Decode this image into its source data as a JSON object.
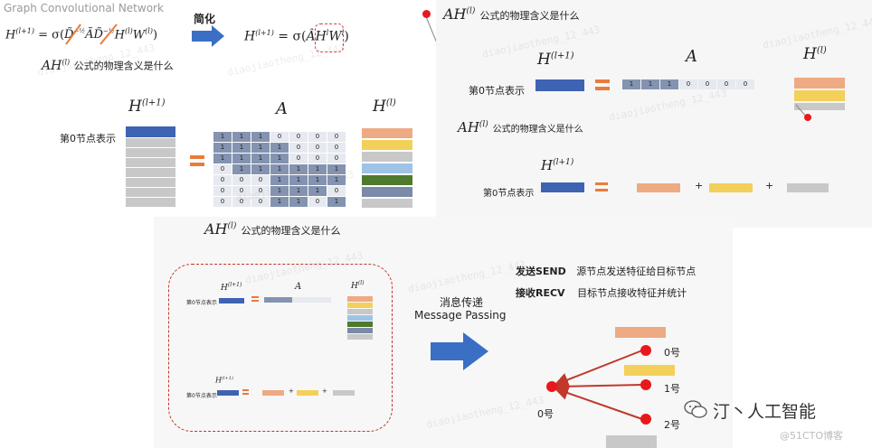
{
  "panel1": {
    "title": "Graph Convolutional Network",
    "formula_left": "H(l+1) = σ(D̃⁻½ÃD̃⁻½H(l)W(l))",
    "simplify_label": "简化",
    "formula_right": "H(l+1) = σ(ÂH(l)W(l))",
    "question_math": "AH(l)",
    "question_text": "公式的物理含义是什么",
    "h_next_label": "H(l+1)",
    "a_label": "A",
    "h_label": "H(l)",
    "node0_label": "第0节点表示",
    "matrix": [
      [
        "1",
        "1",
        "1",
        "0",
        "0",
        "0",
        "0"
      ],
      [
        "1",
        "1",
        "1",
        "1",
        "0",
        "0",
        "0"
      ],
      [
        "1",
        "1",
        "1",
        "1",
        "0",
        "0",
        "0"
      ],
      [
        "0",
        "1",
        "1",
        "1",
        "1",
        "1",
        "1"
      ],
      [
        "0",
        "0",
        "0",
        "1",
        "1",
        "1",
        "1"
      ],
      [
        "0",
        "0",
        "0",
        "1",
        "1",
        "1",
        "0"
      ],
      [
        "0",
        "0",
        "0",
        "1",
        "1",
        "0",
        "1"
      ]
    ]
  },
  "panel2": {
    "q1_math": "AH(l)",
    "q1_text": "公式的物理含义是什么",
    "h_next_label": "H(l+1)",
    "a_label": "A",
    "h_label": "H(l)",
    "node0_label": "第0节点表示",
    "row0": [
      "1",
      "1",
      "1",
      "0",
      "0",
      "0",
      "0"
    ],
    "q2_math": "AH(l)",
    "q2_text": "公式的物理含义是什么",
    "h_next_label2": "H(l+1)",
    "node0_label2": "第0节点表示",
    "plus": "+"
  },
  "panel3": {
    "q_math": "AH(l)",
    "q_text": "公式的物理含义是什么",
    "inner_h_next": "H(l+1)",
    "inner_a": "A",
    "inner_h": "H(l)",
    "inner_node0": "第0节点表示",
    "inner_h_next2": "H(l+1)",
    "inner_node0_2": "第0节点表示",
    "mp_cn": "消息传递",
    "mp_en": "Message Passing",
    "send_label": "发送SEND",
    "send_desc": "源节点发送特征给目标节点",
    "recv_label": "接收RECV",
    "recv_desc": "目标节点接收特征并统计",
    "node_0": "0号",
    "node_1": "1号",
    "node_2": "2号",
    "node_target": "0号"
  },
  "branding": {
    "wechat": "汀丶人工智能",
    "blog": "@51CTO博客"
  },
  "colors": {
    "blue": "#3f63b3",
    "orange": "#ea7b3c",
    "salmon": "#eeaa83",
    "yellow": "#f3d05a",
    "gray": "#c8c8c8",
    "lightblue": "#9ec3e6",
    "green": "#4f7a2d",
    "slate": "#7a8aa8",
    "red": "#e8191c",
    "arrow_blue": "#3a6fc4"
  }
}
